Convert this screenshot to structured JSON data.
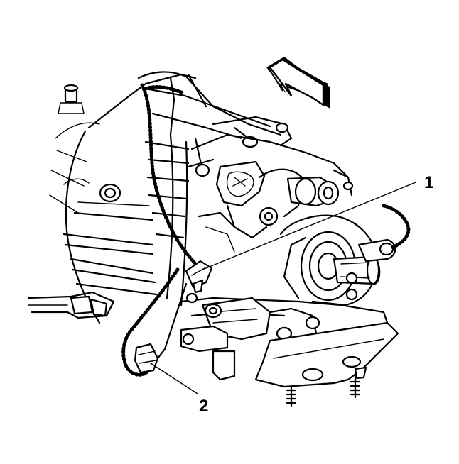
{
  "callouts": [
    {
      "id": "1",
      "label": "1"
    },
    {
      "id": "2",
      "label": "2"
    }
  ],
  "icons": {
    "direction_arrow": "forward-direction-arrow-icon"
  }
}
